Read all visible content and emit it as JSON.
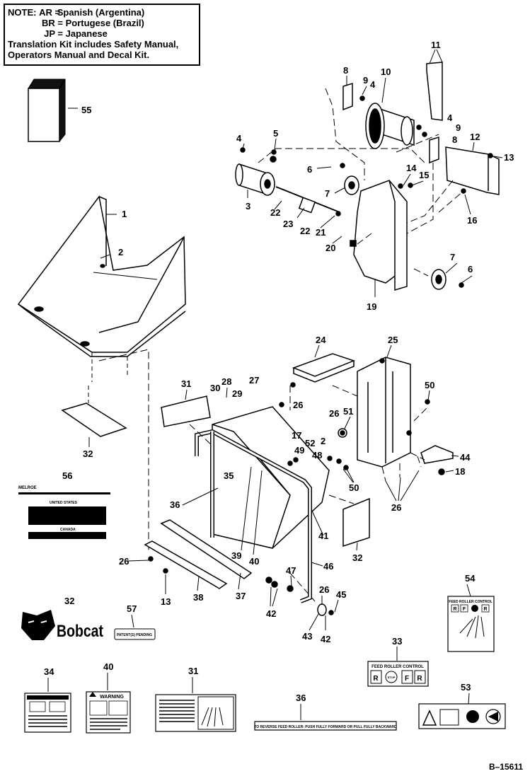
{
  "note": {
    "title": "NOTE:",
    "languages": [
      {
        "code": "AR =",
        "name": "Spanish (Argentina)"
      },
      {
        "code": "BR =",
        "name": "Portugese (Brazil)"
      },
      {
        "code": "JP =",
        "name": "Japanese"
      }
    ],
    "kit_text": "Translation Kit includes Safety Manual,",
    "kit_text2": "Operators Manual and Decal Kit."
  },
  "callouts": [
    "55",
    "1",
    "2",
    "32",
    "56",
    "3",
    "4",
    "5",
    "6",
    "7",
    "8",
    "9",
    "10",
    "11",
    "12",
    "13",
    "14",
    "15",
    "16",
    "19",
    "20",
    "21",
    "22",
    "23",
    "24",
    "25",
    "26",
    "27",
    "28",
    "29",
    "30",
    "31",
    "33",
    "34",
    "35",
    "36",
    "37",
    "38",
    "39",
    "40",
    "41",
    "42",
    "43",
    "44",
    "45",
    "46",
    "47",
    "48",
    "49",
    "50",
    "51",
    "52",
    "53",
    "54",
    "57",
    "18",
    "17"
  ],
  "decals": {
    "d56_brand": "MELROE",
    "d56_country1": "UNITED STATES",
    "d56_country2": "CANADA",
    "bobcat": "Bobcat",
    "d57_text": "PATENT(S) PENDING",
    "d33_title": "FEED ROLLER CONTROL",
    "d33_keys": [
      "R",
      "STOP",
      "F",
      "R"
    ],
    "d54_title": "FEED ROLLER CONTROL",
    "d54_keys": [
      "R",
      "F",
      "R"
    ],
    "d40_title": "WARNING",
    "d36_text": "TO REVERSE FEED ROLLER: PUSH FULLY FORWARD OR PULL FULLY BACKWARD"
  },
  "doc_id": "B–15611"
}
